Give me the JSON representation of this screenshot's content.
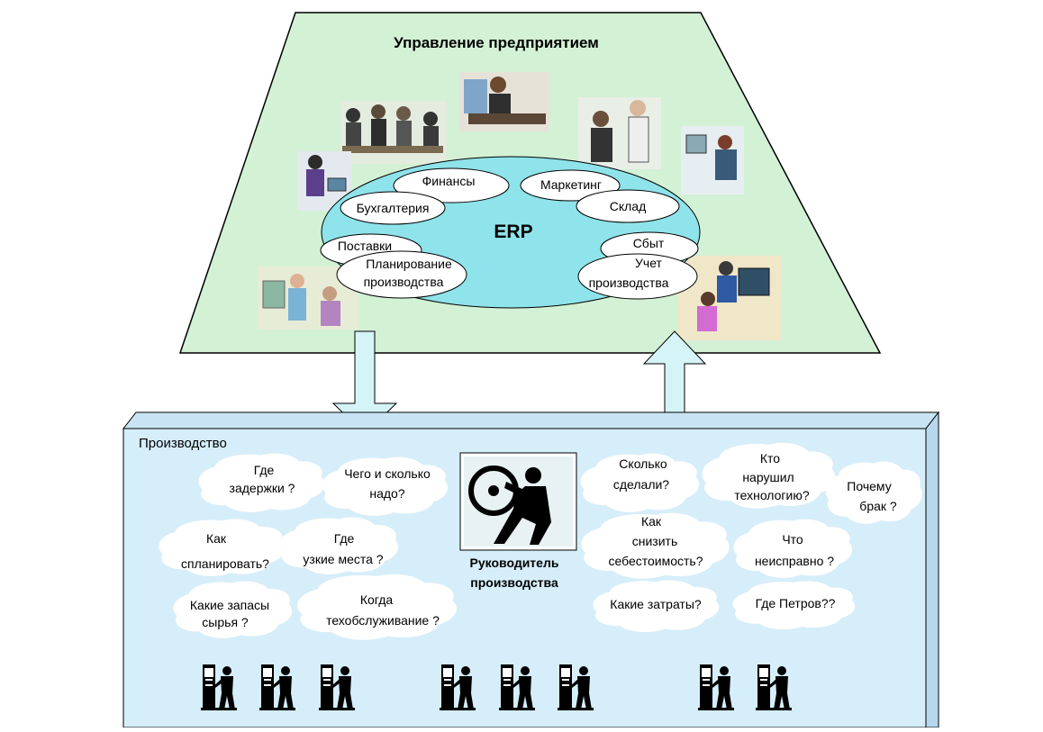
{
  "colors": {
    "trapezoid_fill": "#d3f1d5",
    "box_front": "#d5eefa",
    "box_top": "#c8e4f4",
    "box_side": "#b7d8ec",
    "erp_oval": "#8fe3ea",
    "arrow_fill": "#d5f4f8",
    "bubble_fill": "#ffffff",
    "stroke": "#000000"
  },
  "management": {
    "title": "Управление предприятием",
    "erp_label": "ERP",
    "modules": {
      "finance": "Финансы",
      "marketing": "Маркетинг",
      "accounting": "Бухгалтерия",
      "warehouse": "Склад",
      "supply": "Поставки",
      "planning": [
        "Планирование",
        "производства"
      ],
      "sales": "Сбыт",
      "accounting_prod": [
        "Учет",
        "производства"
      ]
    },
    "icons": [
      "meeting-clipart-icon",
      "manager-desk-clipart-icon",
      "colleagues-clipart-icon",
      "office-worker-clipart-icon",
      "pc-user-clipart-icon",
      "discussion-clipart-icon",
      "operator-clipart-icon"
    ]
  },
  "production": {
    "label": "Производство",
    "manager_label": [
      "Руководитель",
      "производства"
    ],
    "left_clouds": {
      "delays": [
        "Где",
        "задержки ?"
      ],
      "what_how_much": [
        "Чего и сколько",
        "надо?"
      ],
      "how_plan": [
        "Как",
        "спланировать?"
      ],
      "bottlenecks": [
        "Где",
        "узкие места ?"
      ],
      "stocks": [
        "Какие запасы",
        "сырья ?"
      ],
      "maintenance": [
        "Когда",
        "техобслуживание ?"
      ]
    },
    "right_clouds": {
      "how_much_done": [
        "Сколько",
        "сделали?"
      ],
      "who_violated": [
        "Кто",
        "нарушил",
        "технологию?"
      ],
      "why_defect": [
        "Почему",
        "брак ?"
      ],
      "reduce_cost": [
        "Как",
        "снизить",
        "себестоимость?"
      ],
      "what_broken": [
        "Что",
        "неисправно ?"
      ],
      "costs": "Какие затраты?",
      "where_petrov": "Где Петров??"
    },
    "worker_icon": "machine-worker-icon",
    "manager_icon": "manager-wheel-icon",
    "worker_groups": [
      3,
      3,
      2
    ]
  }
}
